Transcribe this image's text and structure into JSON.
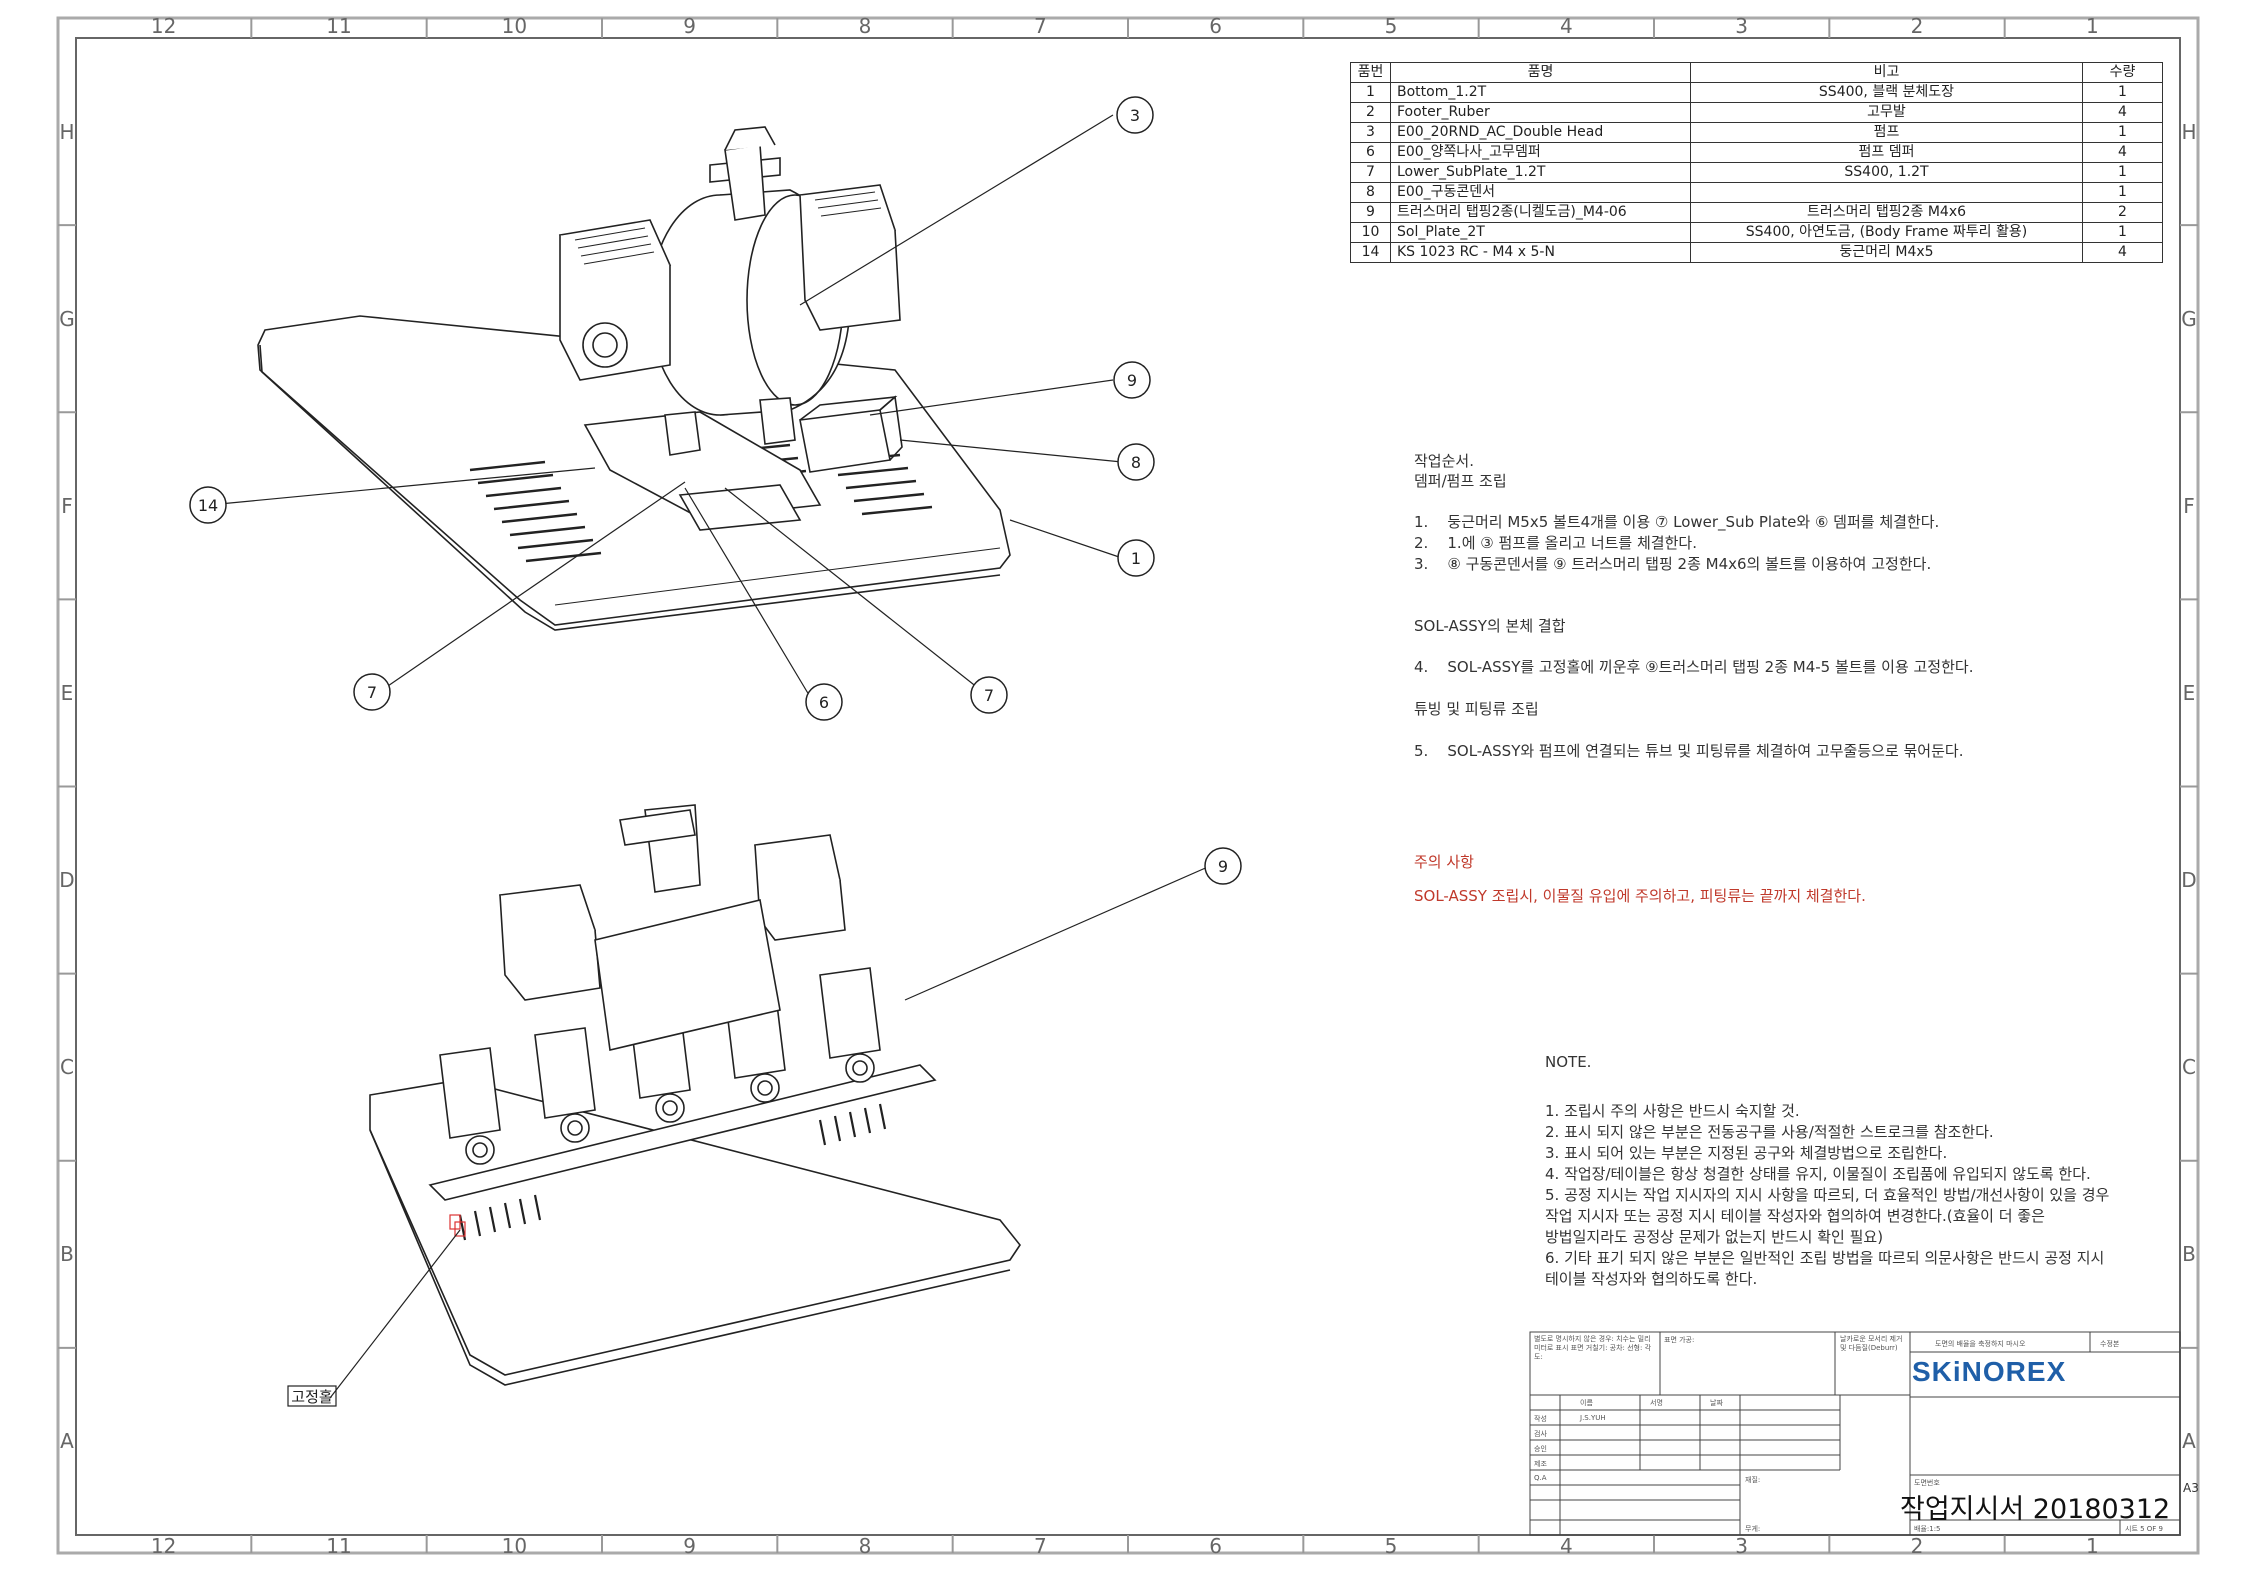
{
  "frame": {
    "col_labels": [
      "12",
      "11",
      "10",
      "9",
      "8",
      "7",
      "6",
      "5",
      "4",
      "3",
      "2",
      "1"
    ],
    "row_labels": [
      "H",
      "G",
      "F",
      "E",
      "D",
      "C",
      "B",
      "A"
    ]
  },
  "bom": {
    "headers": [
      "품번",
      "품명",
      "비고",
      "수량"
    ],
    "rows": [
      {
        "no": "1",
        "name": "Bottom_1.2T",
        "remark": "SS400, 블랙 분체도장",
        "qty": "1"
      },
      {
        "no": "2",
        "name": "Footer_Ruber",
        "remark": "고무발",
        "qty": "4"
      },
      {
        "no": "3",
        "name": "E00_20RND_AC_Double Head",
        "remark": "펌프",
        "qty": "1"
      },
      {
        "no": "6",
        "name": "E00_양쪽나사_고무뎀퍼",
        "remark": "펌프 뎀퍼",
        "qty": "4"
      },
      {
        "no": "7",
        "name": "Lower_SubPlate_1.2T",
        "remark": "SS400, 1.2T",
        "qty": "1"
      },
      {
        "no": "8",
        "name": "E00_구동콘덴서",
        "remark": "",
        "qty": "1"
      },
      {
        "no": "9",
        "name": "트러스머리 탭핑2종(니켈도금)_M4-06",
        "remark": "트러스머리 탭핑2종 M4x6",
        "qty": "2"
      },
      {
        "no": "10",
        "name": "Sol_Plate_2T",
        "remark": "SS400, 아연도금, (Body Frame 짜투리 활용)",
        "qty": "1"
      },
      {
        "no": "14",
        "name": "KS 1023 RC - M4 x 5-N",
        "remark": "둥근머리 M4x5",
        "qty": "4"
      }
    ]
  },
  "balloons": {
    "b3": "3",
    "b9a": "9",
    "b8": "8",
    "b14": "14",
    "b1": "1",
    "b7a": "7",
    "b6": "6",
    "b7b": "7",
    "b9b": "9"
  },
  "callout_fix": "고정홀",
  "instructions": {
    "title": "작업순서.",
    "subtitle": "뎀퍼/펌프 조립",
    "step1_num": "1.",
    "step1": "둥근머리  M5x5 볼트4개를 이용 ⑦ Lower_Sub Plate와 ⑥ 뎀퍼를 체결한다.",
    "step2_num": "2.",
    "step2": "1.에 ③ 펌프를 올리고 너트를 체결한다.",
    "step3_num": "3.",
    "step3": "⑧ 구동콘덴서를 ⑨ 트러스머리 탭핑 2종 M4x6의 볼트를 이용하여 고정한다.",
    "section2": "SOL-ASSY의 본체 결합",
    "step4_num": "4.",
    "step4": "SOL-ASSY를  고정홀에 끼운후 ⑨트러스머리 탭핑 2종 M4-5 볼트를 이용 고정한다.",
    "section3": "튜빙 및 피팅류 조립",
    "step5_num": "5.",
    "step5": "SOL-ASSY와 펌프에 연결되는 튜브 및 피팅류를 체결하여 고무줄등으로 묶어둔다.",
    "caution_title": "주의 사항",
    "caution_text": "SOL-ASSY 조립시, 이물질 유입에 주의하고, 피팅류는 끝까지 체결한다."
  },
  "notes": {
    "title": "NOTE.",
    "lines": [
      "1. 조립시 주의 사항은 반드시 숙지할 것.",
      "2. 표시 되지 않은 부분은 전동공구를 사용/적절한 스트로크를 참조한다.",
      "3. 표시 되어 있는 부분은 지정된 공구와 체결방법으로 조립한다.",
      "4. 작업장/테이블은 항상 청결한 상태를 유지, 이물질이 조립품에 유입되지 않도록 한다.",
      "5. 공정 지시는 작업 지시자의 지시 사항을 따르되, 더 효율적인 방법/개선사항이 있을 경우",
      "작업 지시자 또는 공정 지시 테이블 작성자와 협의하여 변경한다.(효율이 더 좋은",
      "방법일지라도 공정상 문제가 없는지 반드시 확인 필요)",
      "6. 기타 표기 되지 않은 부분은 일반적인 조립 방법을 따르되 의문사항은 반드시 공정 지시",
      "테이블 작성자와 협의하도록 한다."
    ]
  },
  "title_block": {
    "logo": "SKiNOREX",
    "drawing_title": "작업지시서 20180312",
    "size": "A3",
    "drawer": "J.S.YUH",
    "name_col": "이름",
    "sign_col": "서명",
    "date_col": "날짜",
    "rows": [
      "작성",
      "검사",
      "승인",
      "제조",
      "Q.A"
    ],
    "material": "재질:",
    "weight": "무게:",
    "scale": "배율:1:5",
    "sheet": "시트 5 OF 9",
    "title_label": "도면번호",
    "rev_label": "수정본",
    "note_left": "별도로 명시하지 않은 경우: 치수는 밀리미터로 표시 표면 거칠기: 공차: 선형: 각도:",
    "finish_label": "표면 가공:",
    "deburr": "날카로운 모서리 제거 및 다듬질(Deburr)",
    "no_scale": "도면의 배율을 축정하지 마시오"
  },
  "colors": {
    "line": "#222222",
    "frame": "#999999",
    "caution": "#c0392b",
    "logo_blue": "#1f5fa8"
  }
}
